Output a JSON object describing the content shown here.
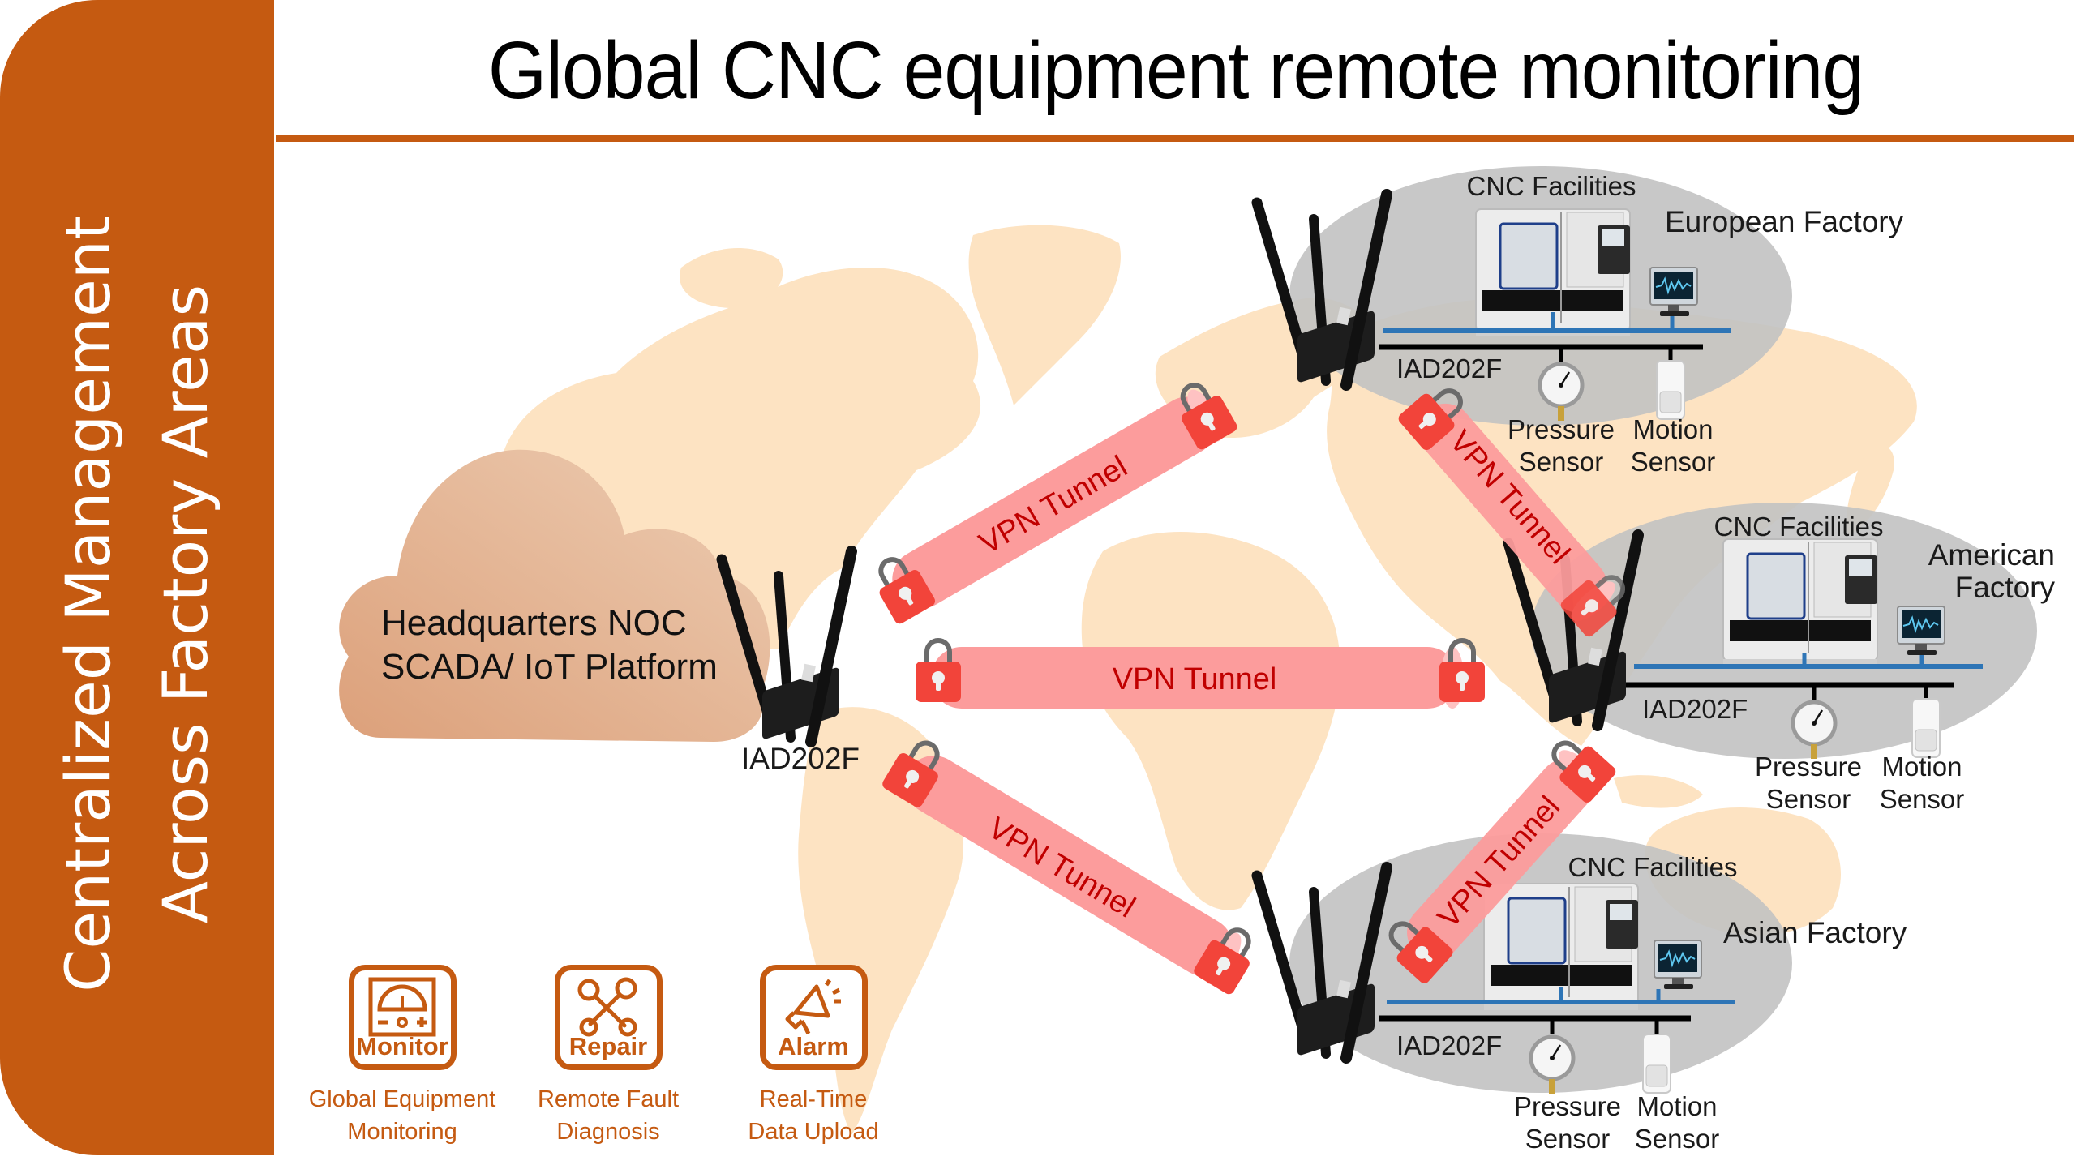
{
  "sidebar": {
    "line1": "Centralized Management",
    "line2": "Across Factory Areas"
  },
  "header": {
    "title": "Global CNC equipment remote monitoring"
  },
  "headquarters": {
    "line1": "Headquarters NOC",
    "line2": "SCADA/ IoT Platform",
    "router_label": "IAD202F"
  },
  "tunnels": [
    {
      "label": "VPN Tunnel",
      "from": "Headquarters",
      "to": "European Factory"
    },
    {
      "label": "VPN Tunnel",
      "from": "Headquarters",
      "to": "American Factory"
    },
    {
      "label": "VPN Tunnel",
      "from": "Headquarters",
      "to": "Asian Factory"
    },
    {
      "label": "VPN Tunnel",
      "from": "European Factory",
      "to": "American Factory"
    },
    {
      "label": "VPN Tunnel",
      "from": "American Factory",
      "to": "Asian Factory"
    }
  ],
  "factories": {
    "europe": {
      "name": "European Factory",
      "facilities_label": "CNC Facilities",
      "router_label": "IAD202F",
      "sensor1": {
        "line1": "Pressure",
        "line2": "Sensor"
      },
      "sensor2": {
        "line1": "Motion",
        "line2": "Sensor"
      }
    },
    "america": {
      "name_line1": "American",
      "name_line2": "Factory",
      "facilities_label": "CNC Facilities",
      "router_label": "IAD202F",
      "sensor1": {
        "line1": "Pressure",
        "line2": "Sensor"
      },
      "sensor2": {
        "line1": "Motion",
        "line2": "Sensor"
      }
    },
    "asia": {
      "name": "Asian Factory",
      "facilities_label": "CNC Facilities",
      "router_label": "IAD202F",
      "sensor1": {
        "line1": "Pressure",
        "line2": "Sensor"
      },
      "sensor2": {
        "line1": "Motion",
        "line2": "Sensor"
      }
    }
  },
  "features": [
    {
      "icon": "gauge-meter-icon",
      "name": "Monitor",
      "caption_line1": "Global Equipment",
      "caption_line2": "Monitoring"
    },
    {
      "icon": "wrench-tools-icon",
      "name": "Repair",
      "caption_line1": "Remote Fault",
      "caption_line2": "Diagnosis"
    },
    {
      "icon": "megaphone-icon",
      "name": "Alarm",
      "caption_line1": "Real-Time",
      "caption_line2": "Data Upload"
    }
  ],
  "colors": {
    "brand": "#C55A11",
    "map_land": "#FDE3C2",
    "tunnel": "#FC9C9C",
    "tunnel_text": "#C00000",
    "lock": "#F2443A",
    "factory_zone": "#C8C8C8",
    "bus_data": "#2E75B6",
    "bus_sensor": "#000000",
    "cloud": "#E2AD8A"
  }
}
